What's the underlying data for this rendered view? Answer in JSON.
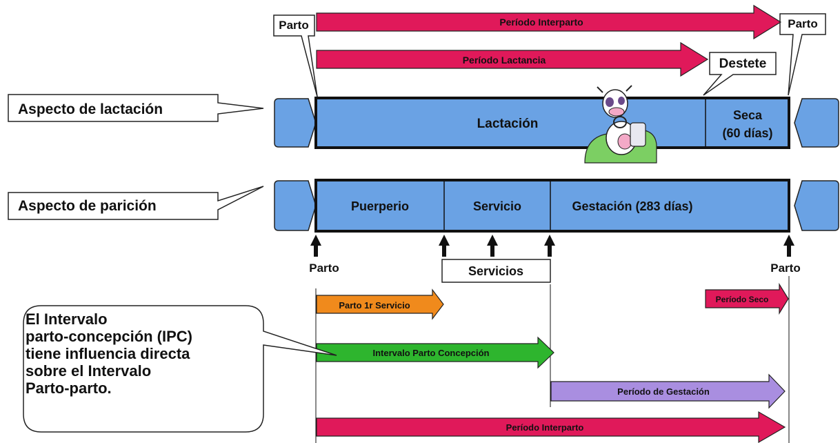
{
  "colors": {
    "pink": "#e0195a",
    "blue_bar": "#6aa2e4",
    "orange": "#f08a1c",
    "green": "#2eb52e",
    "purple": "#a98ee0",
    "cow_grass": "#7ccf63"
  },
  "top": {
    "parto_left": "Parto",
    "parto_right": "Parto",
    "periodo_interparto": "Período Interparto",
    "periodo_lactancia": "Período Lactancia",
    "destete": "Destete"
  },
  "lactation_row": {
    "label": "Aspecto de lactación",
    "main": "Lactación",
    "dry_line1": "Seca",
    "dry_line2": "(60 días)",
    "cow_icon": "cow-milking-icon"
  },
  "calving_row": {
    "label": "Aspecto de parición",
    "puerperio": "Puerperio",
    "servicio": "Servicio",
    "gestacion": "Gestación (283 días)"
  },
  "markers": {
    "parto_left": "Parto",
    "servicios": "Servicios",
    "parto_right": "Parto"
  },
  "bottom": {
    "parto_1r_servicio": "Parto 1r Servicio",
    "periodo_seco": "Período Seco",
    "intervalo_parto_concepcion": "Intervalo Parto Concepción",
    "periodo_gestacion": "Período de Gestación",
    "periodo_interparto": "Período Interparto"
  },
  "callout": {
    "lines": [
      "El Intervalo",
      "parto-concepción (IPC)",
      "tiene influencia directa",
      "sobre el Intervalo",
      "Parto-parto."
    ]
  }
}
